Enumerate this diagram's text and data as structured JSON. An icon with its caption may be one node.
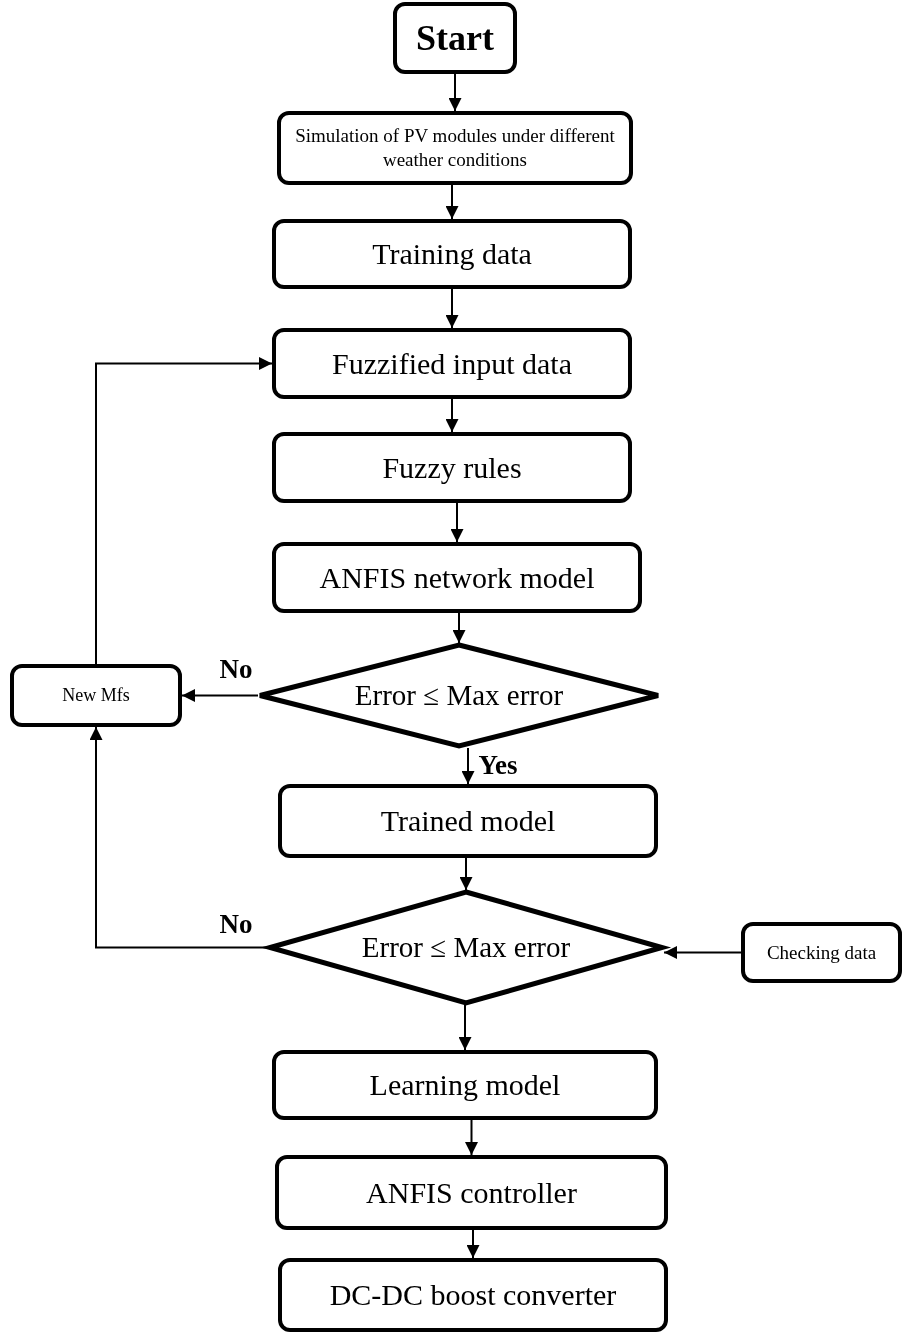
{
  "diagram": {
    "nodes": [
      {
        "text": [
          "Start"
        ]
      },
      {
        "text": [
          "Simulation of PV modules under different weather conditions"
        ]
      },
      {
        "text": [
          "Training data"
        ]
      },
      {
        "text": [
          "Fuzzified input data"
        ]
      },
      {
        "text": [
          "Fuzzy rules"
        ]
      },
      {
        "text": [
          "ANFIS network model"
        ]
      },
      {
        "text": [
          "Error ≤ Max error"
        ]
      },
      {
        "text": [
          "New Mfs"
        ]
      },
      {
        "text": [
          "Trained model"
        ]
      },
      {
        "text": [
          "Error ≤ Max error"
        ]
      },
      {
        "text": [
          "Checking data"
        ]
      },
      {
        "text": [
          "Learning model"
        ]
      },
      {
        "text": [
          "ANFIS controller"
        ]
      },
      {
        "text": [
          "DC-DC boost converter"
        ]
      }
    ],
    "edges": [
      {
        "from": 0,
        "to": 1,
        "arrow": "to"
      },
      {
        "from": 1,
        "to": 2,
        "arrow": "to"
      },
      {
        "from": 2,
        "to": 3,
        "arrow": "to"
      },
      {
        "from": 3,
        "to": 4,
        "arrow": "to"
      },
      {
        "from": 4,
        "to": 5,
        "arrow": "to"
      },
      {
        "from": 5,
        "to": 6,
        "arrow": "to"
      },
      {
        "from": 6,
        "to": 7,
        "arrow": "to",
        "label": "No"
      },
      {
        "from": 7,
        "to": 3,
        "arrow": "to"
      },
      {
        "from": 6,
        "to": 8,
        "arrow": "to",
        "label": "Yes"
      },
      {
        "from": 8,
        "to": 9,
        "arrow": "to"
      },
      {
        "from": 9,
        "to": 7,
        "arrow": "to",
        "label": "No"
      },
      {
        "from": 10,
        "to": 9,
        "arrow": "to"
      },
      {
        "from": 9,
        "to": 11,
        "arrow": "to"
      },
      {
        "from": 11,
        "to": 12,
        "arrow": "to"
      },
      {
        "from": 12,
        "to": 13,
        "arrow": "to"
      }
    ]
  }
}
